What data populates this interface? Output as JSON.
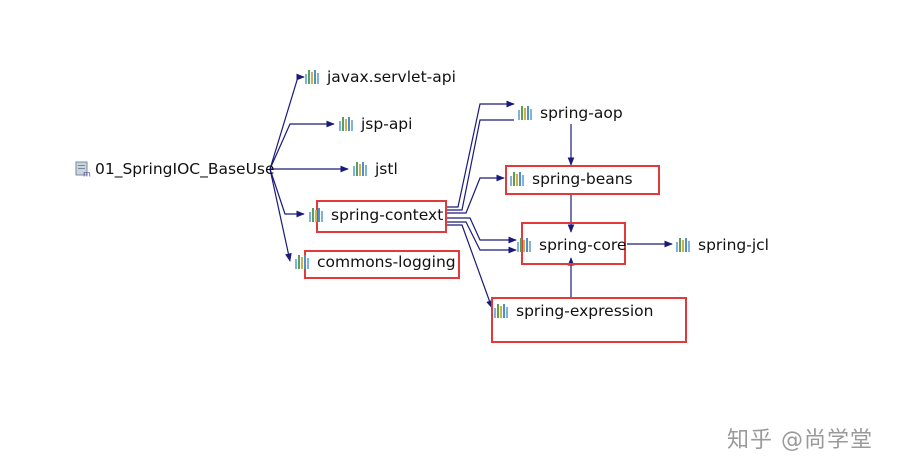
{
  "root": {
    "label": "01_SpringIOC_BaseUse",
    "icon": "maven-project-icon"
  },
  "nodes": {
    "javax_servlet_api": {
      "label": "javax.servlet-api",
      "icon": "jar-icon"
    },
    "jsp_api": {
      "label": "jsp-api",
      "icon": "jar-icon"
    },
    "jstl": {
      "label": "jstl",
      "icon": "jar-icon"
    },
    "spring_context": {
      "label": "spring-context",
      "icon": "jar-icon",
      "highlighted": true
    },
    "commons_logging": {
      "label": "commons-logging",
      "icon": "jar-icon",
      "highlighted": true
    },
    "spring_aop": {
      "label": "spring-aop",
      "icon": "jar-icon"
    },
    "spring_beans": {
      "label": "spring-beans",
      "icon": "jar-icon",
      "highlighted": true
    },
    "spring_core": {
      "label": "spring-core",
      "icon": "jar-icon",
      "highlighted": true
    },
    "spring_jcl": {
      "label": "spring-jcl",
      "icon": "jar-icon"
    },
    "spring_expression": {
      "label": "spring-expression",
      "icon": "jar-icon",
      "highlighted": true
    }
  },
  "edges": [
    [
      "root",
      "javax_servlet_api"
    ],
    [
      "root",
      "jsp_api"
    ],
    [
      "root",
      "jstl"
    ],
    [
      "root",
      "spring_context"
    ],
    [
      "root",
      "commons_logging"
    ],
    [
      "spring_context",
      "spring_aop"
    ],
    [
      "spring_context",
      "spring_beans"
    ],
    [
      "spring_context",
      "spring_core"
    ],
    [
      "spring_context",
      "spring_expression"
    ],
    [
      "spring_aop",
      "spring_beans"
    ],
    [
      "spring_beans",
      "spring_core"
    ],
    [
      "spring_expression",
      "spring_core"
    ],
    [
      "spring_core",
      "spring_jcl"
    ]
  ],
  "colors": {
    "edge": "#1a1a7a",
    "highlight": "#e03a3a",
    "jar_bars": [
      "#7fb3d9",
      "#5a9e5a",
      "#c9b34a",
      "#4f8fcf"
    ]
  },
  "watermark": "知乎 @尚学堂"
}
